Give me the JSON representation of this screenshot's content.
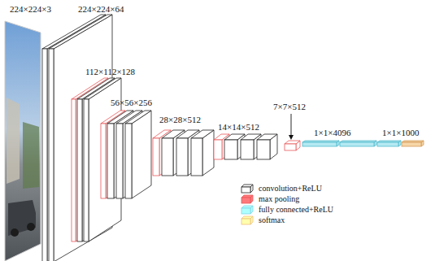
{
  "diagram": {
    "labels": [
      "224×224×3",
      "224×224×64",
      "112×112×128",
      "56×56×256",
      "28×28×512",
      "14×14×512",
      "7×7×512",
      "1×1×4096",
      "1×1×1000"
    ],
    "legend": [
      {
        "text": "convolution+ReLU",
        "color": "#ffffff"
      },
      {
        "text": "max pooling",
        "color": "#e8585a"
      },
      {
        "text": "fully connected+ReLU",
        "color": "#7fd6e6"
      },
      {
        "text": "softmax",
        "color": "#f0bf7e"
      }
    ]
  }
}
